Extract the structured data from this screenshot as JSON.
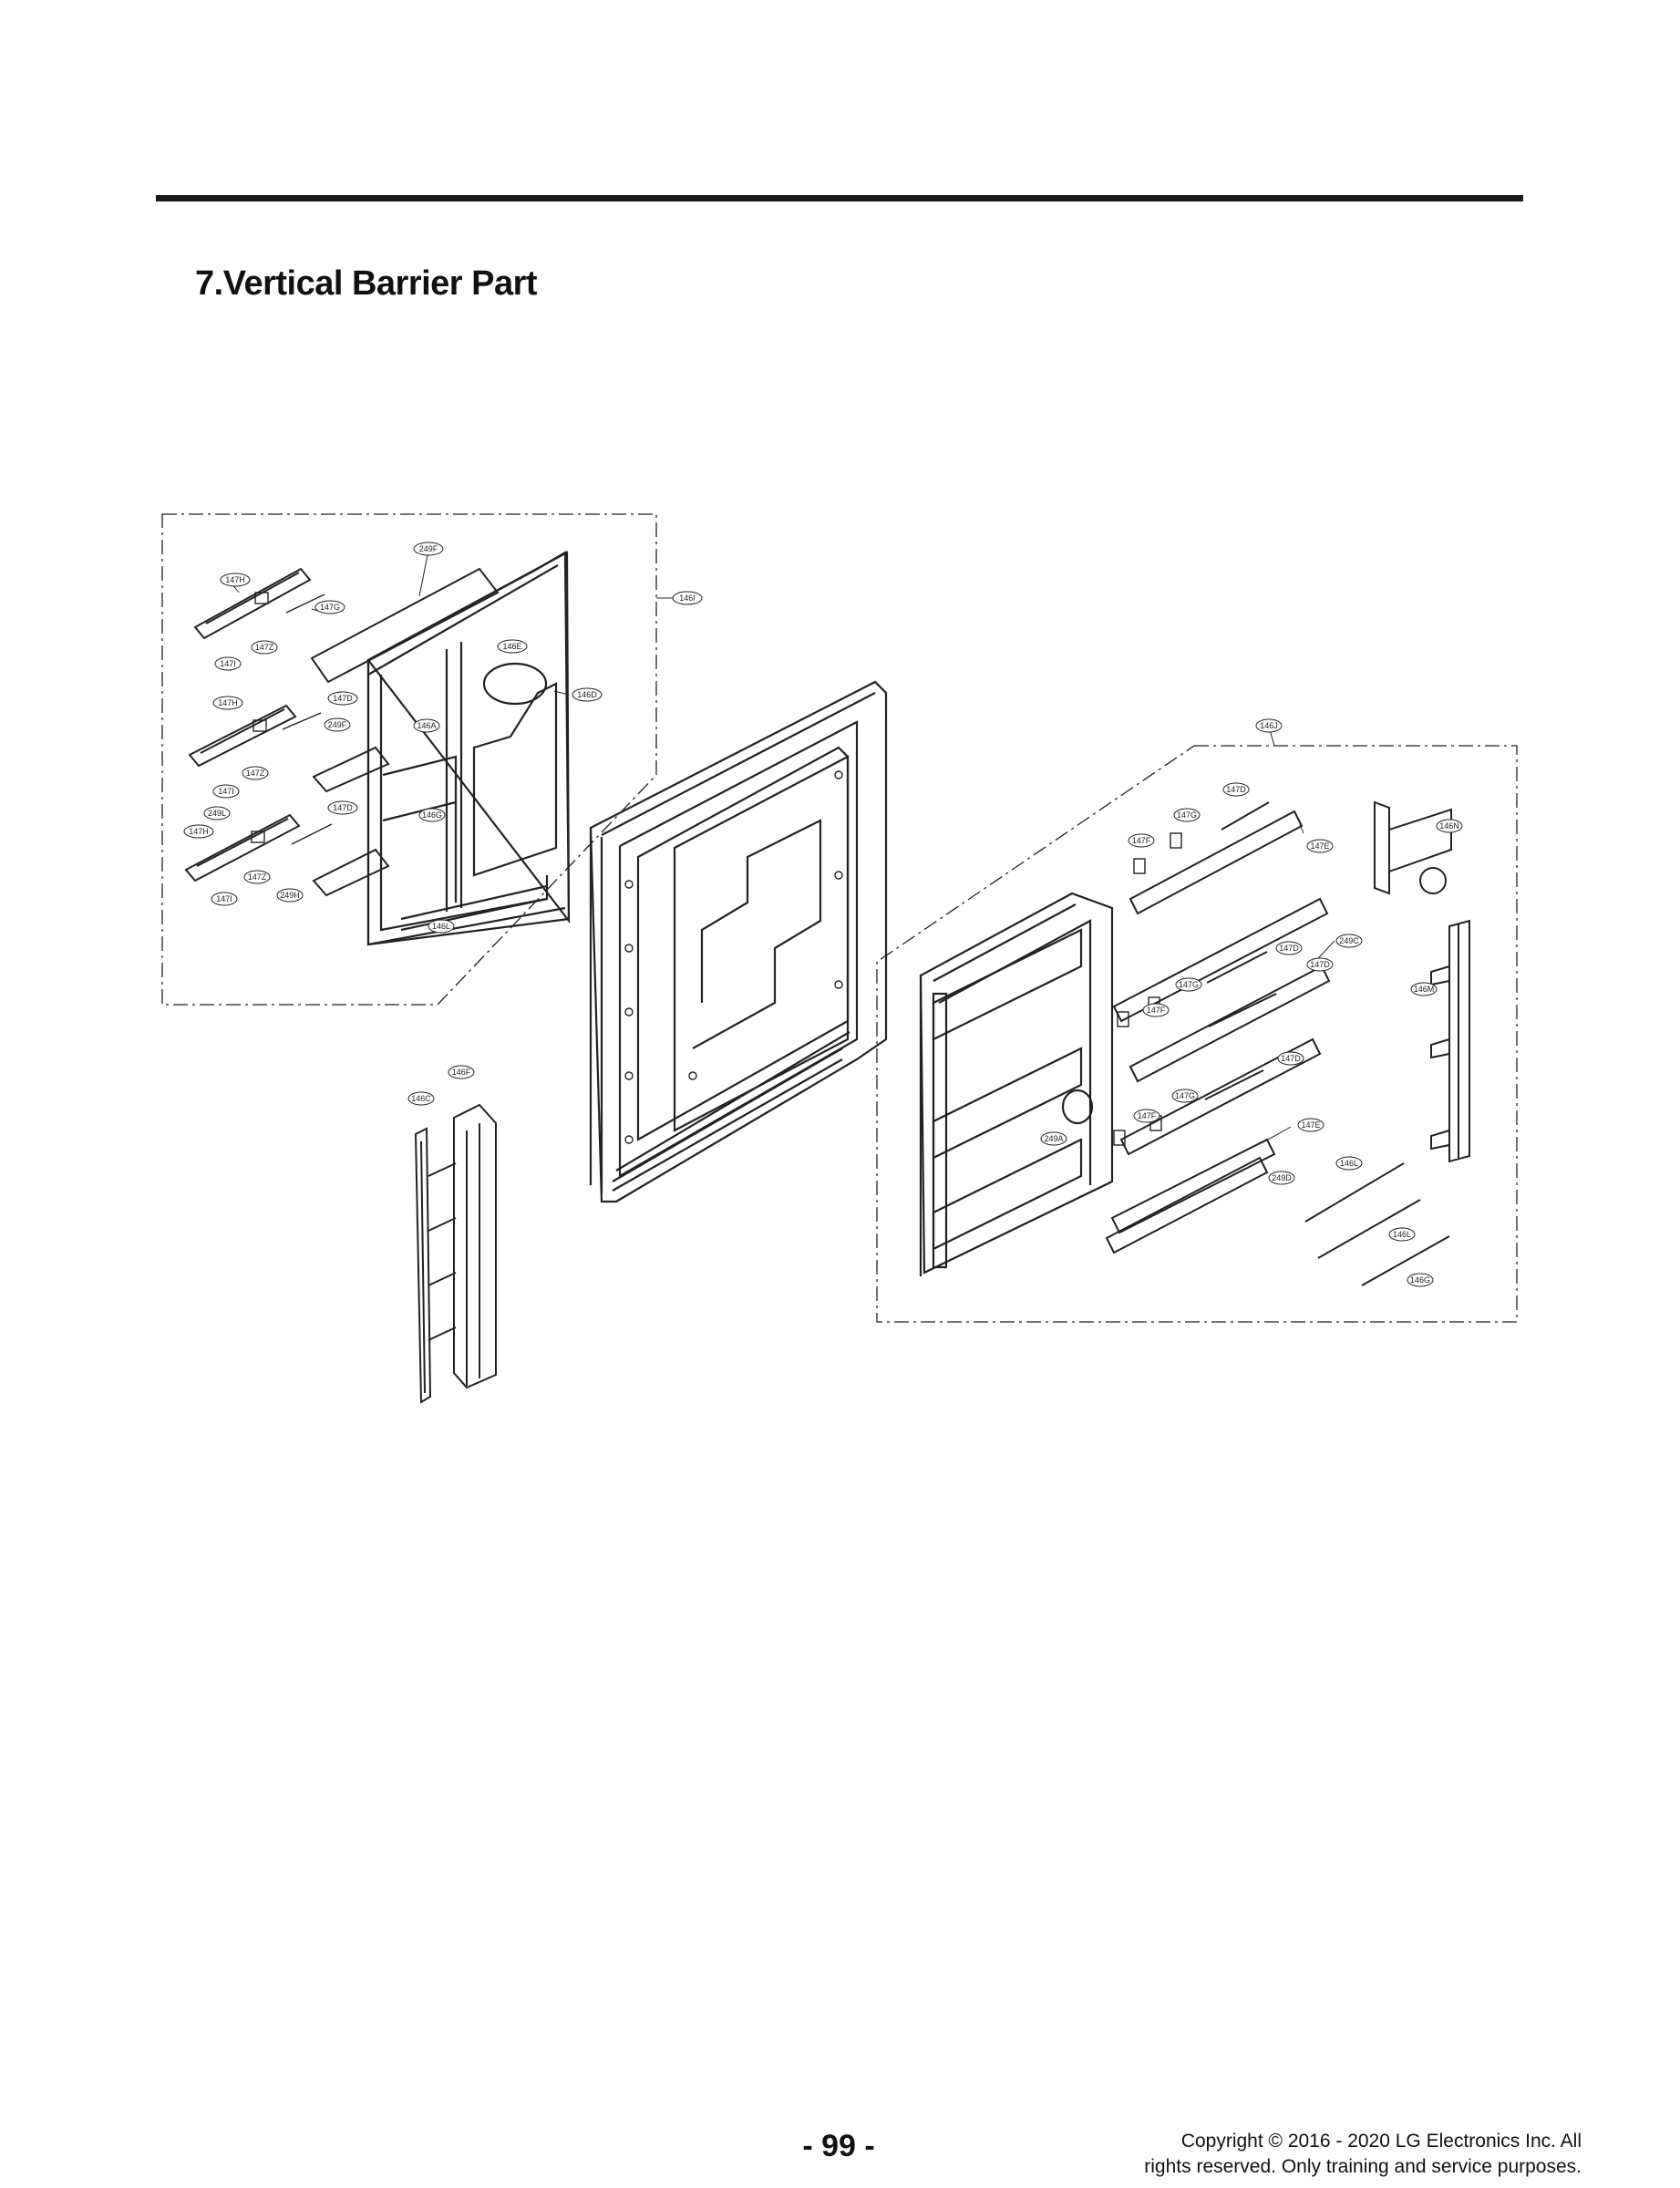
{
  "section_title": "7.Vertical Barrier Part",
  "page_number": "- 99 -",
  "copyright": {
    "line1": "Copyright © 2016 - 2020 LG Electronics Inc. All",
    "line2": "rights reserved. Only training and service purposes."
  },
  "callouts": [
    "147H",
    "147G",
    "147Z",
    "147I",
    "249F",
    "146I",
    "146E",
    "146D",
    "146A",
    "147H",
    "147D",
    "249F",
    "147Z",
    "147I",
    "249L",
    "147H",
    "147D",
    "147Z",
    "147I",
    "249H",
    "146G",
    "146L",
    "146J",
    "147D",
    "147G",
    "147F",
    "147E",
    "146N",
    "147D",
    "147D",
    "147F",
    "147G",
    "249C",
    "146M",
    "147D",
    "147F",
    "147G",
    "147E",
    "249A",
    "249D",
    "146L",
    "146L",
    "146G",
    "146F",
    "146C"
  ]
}
